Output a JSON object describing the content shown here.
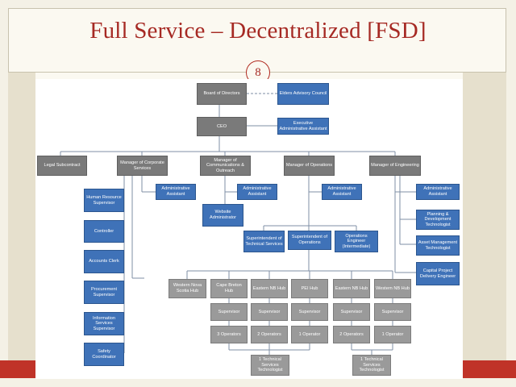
{
  "slide": {
    "title": "Full Service – Decentralized [FSD]",
    "page_number": "8",
    "colors": {
      "title": "#a62a24",
      "accent_bar": "#c03328",
      "gray_box": "#7a7a7a",
      "blue_box": "#3f72b8",
      "light_box": "#bcbcbc"
    }
  },
  "org": {
    "board": "Board of Directors",
    "elders": "Elders Advisory Council",
    "ceo": "CEO",
    "exec_assistant": "Executive Administrative Assistant",
    "legal": "Legal Subcontract",
    "mgr_corporate": "Manager of Corporate Services",
    "mgr_comms": "Manager of Communications & Outreach",
    "mgr_ops": "Manager of Operations",
    "mgr_eng": "Manager of Engineering",
    "admin_corporate": "Administrative Assistant",
    "admin_comms": "Administrative Assistant",
    "admin_ops": "Administrative Assistant",
    "admin_eng": "Administrative Assistant",
    "website_admin": "Website Administrator",
    "corporate_staff": [
      "Human Resource Supervisor",
      "Controller",
      "Accounts Clerk",
      "Procurement Supervisor",
      "Information Services Supervisor",
      "Safety Coordinator"
    ],
    "eng_staff": [
      "Planning & Development Technologist",
      "Asset Management Technologist",
      "Capital Project Delivery Engineer"
    ],
    "supt_technical": "Superintendent of Technical Services",
    "supt_ops": "Superintendent of Operations",
    "ops_engineer": "Operations Engineer (Intermediate)",
    "hubs": [
      "Western Nova Scotia Hub",
      "Cape Breton Hub",
      "Eastern NB Hub",
      "PEI Hub",
      "Eastern NB Hub",
      "Western NB Hub"
    ],
    "supervisors": [
      "Supervisor",
      "Supervisor",
      "Supervisor",
      "Supervisor",
      "Supervisor"
    ],
    "operators": [
      "3 Operators",
      "2 Operators",
      "1 Operator",
      "2 Operators",
      "1 Operator"
    ],
    "technologists": [
      "1 Technical Services Technologist",
      "1 Technical Services Technologist"
    ]
  }
}
